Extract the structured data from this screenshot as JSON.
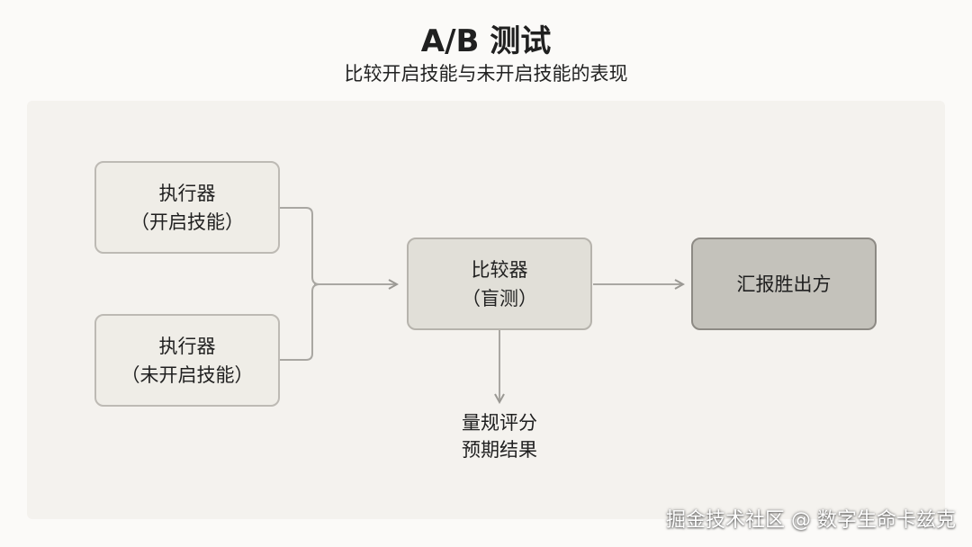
{
  "header": {
    "title": "A/B 测试",
    "subtitle": "比较开启技能与未开启技能的表现"
  },
  "nodes": {
    "executor_on": {
      "line1": "执行器",
      "line2": "（开启技能）"
    },
    "executor_off": {
      "line1": "执行器",
      "line2": "（未开启技能）"
    },
    "comparator": {
      "line1": "比较器",
      "line2": "（盲测）"
    },
    "report": {
      "line1": "汇报胜出方"
    }
  },
  "note": {
    "line1": "量规评分",
    "line2": "预期结果"
  },
  "watermark": "掘金技术社区 @ 数字生命卡兹克"
}
